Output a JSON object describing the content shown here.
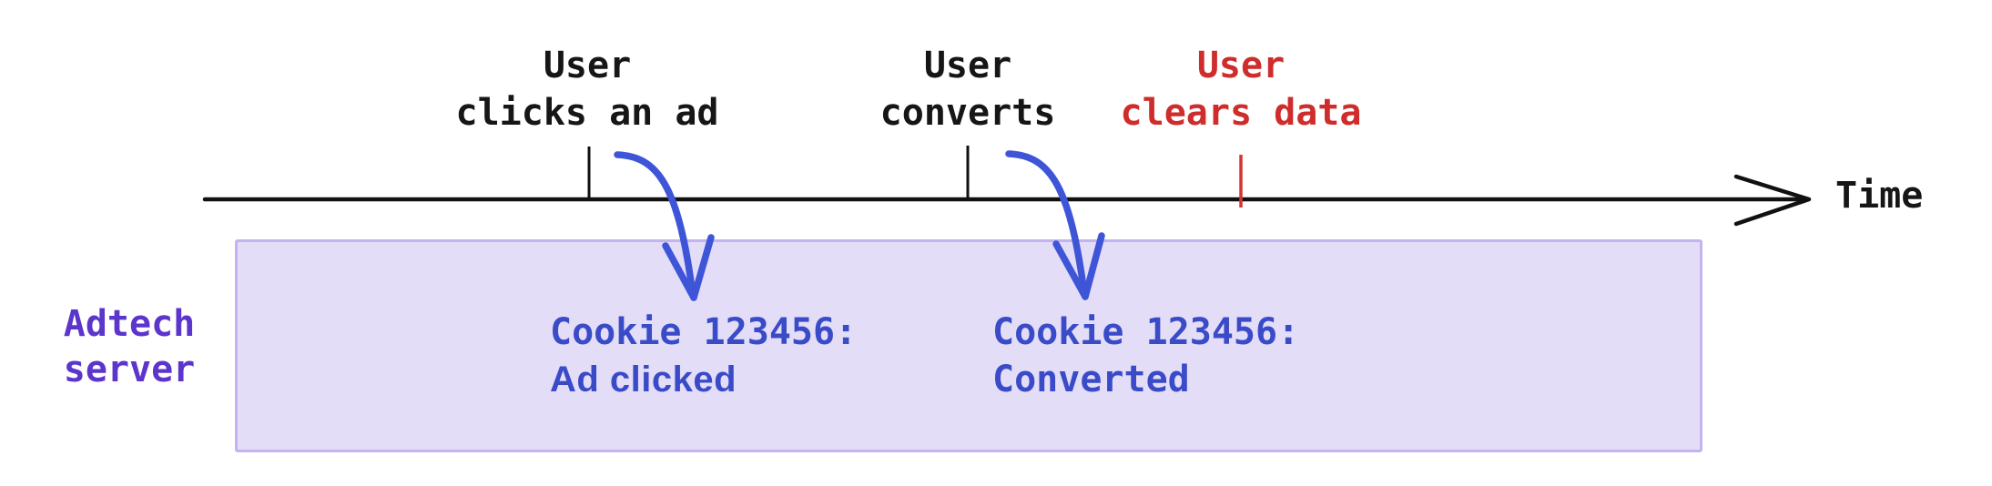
{
  "colors": {
    "text_black": "#161616",
    "text_red": "#cf2c2c",
    "text_blue": "#3a4bc8",
    "arrow_blue": "#3f55d8",
    "text_purple": "#5c35cc",
    "box_fill": "#e4ddf8",
    "box_border": "#c3b4ef",
    "axis_black": "#111111",
    "tick_red": "#d63333"
  },
  "timeline": {
    "axis_label": "Time",
    "events": [
      {
        "line1": "User",
        "line2": "clicks an ad"
      },
      {
        "line1": "User",
        "line2": "converts"
      },
      {
        "line1": "User",
        "line2": "clears data"
      }
    ]
  },
  "server": {
    "label_line1": "Adtech",
    "label_line2": "server",
    "records": [
      {
        "line1": "Cookie 123456:",
        "line2": "Ad clicked"
      },
      {
        "line1": "Cookie 123456:",
        "line2": "Converted"
      }
    ]
  }
}
